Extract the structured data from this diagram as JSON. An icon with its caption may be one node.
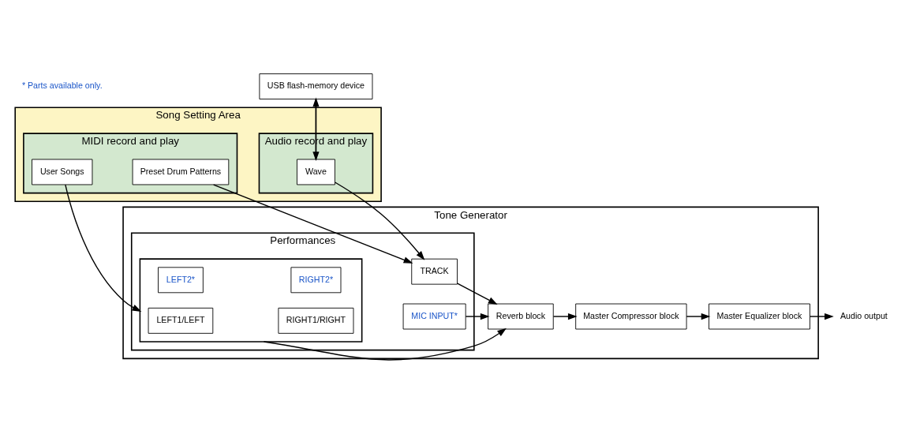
{
  "diagram": {
    "nodes": [
      {
        "text": [
          "Song Setting Area"
        ]
      },
      {
        "text": [
          "MIDI record and play"
        ],
        "in": 0
      },
      {
        "text": [
          "User Songs"
        ],
        "in": 1
      },
      {
        "text": [
          "Preset Drum Patterns"
        ],
        "in": 1
      },
      {
        "text": [
          "Audio record and play"
        ],
        "in": 0
      },
      {
        "text": [
          "Wave"
        ],
        "in": 4
      },
      {
        "text": [
          "Tone Generator"
        ]
      },
      {
        "text": [
          "Performances"
        ],
        "in": 6
      },
      {
        "text": [],
        "shape": "box",
        "in": 7
      },
      {
        "text": [
          "LEFT1/LEFT"
        ],
        "in": 8
      },
      {
        "text": [
          "RIGHT1/RIGHT"
        ],
        "in": 8
      },
      {
        "text": [
          "LEFT2*"
        ],
        "in": 8
      },
      {
        "text": [
          "RIGHT2*"
        ],
        "in": 8
      },
      {
        "text": [
          "TRACK"
        ],
        "in": 7
      },
      {
        "text": [
          "MIC INPUT*"
        ],
        "in": 7
      },
      {
        "text": [
          "Reverb block"
        ],
        "in": 6
      },
      {
        "text": [
          "Master Compressor block"
        ],
        "in": 6
      },
      {
        "text": [
          "Master Equalizer block"
        ],
        "in": 6
      },
      {
        "text": [
          "Audio output"
        ]
      },
      {
        "text": [
          "USB flash-memory device"
        ]
      }
    ],
    "edges": [
      {
        "from": 2,
        "to": 8,
        "arrow": "to"
      },
      {
        "from": 3,
        "to": 13,
        "arrow": "to"
      },
      {
        "from": 5,
        "to": 13,
        "arrow": "to"
      },
      {
        "from": 8,
        "to": 15,
        "arrow": "to"
      },
      {
        "from": 13,
        "to": 15,
        "arrow": "to"
      },
      {
        "from": 14,
        "to": 15,
        "arrow": "to"
      },
      {
        "from": 15,
        "to": 16,
        "arrow": "to"
      },
      {
        "from": 16,
        "to": 17,
        "arrow": "to"
      },
      {
        "from": 17,
        "to": 18,
        "arrow": "to"
      },
      {
        "from": 19,
        "to": 5,
        "arrow": "to"
      },
      {
        "from": 5,
        "to": 19,
        "arrow": "to"
      }
    ],
    "labels": [
      "* Parts available only."
    ]
  }
}
